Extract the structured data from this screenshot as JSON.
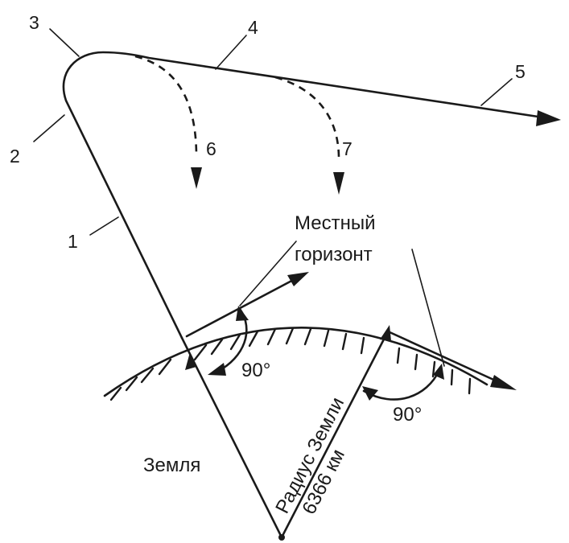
{
  "labels": {
    "n1": "1",
    "n2": "2",
    "n3": "3",
    "n4": "4",
    "n5": "5",
    "n6": "6",
    "n7": "7",
    "local_horizon_line1": "Местный",
    "local_horizon_line2": "горизонт",
    "angle_left": "90°",
    "angle_right": "90°",
    "earth": "Земля",
    "radius_line1": "Радиус Земли",
    "radius_line2": "6366 км"
  }
}
